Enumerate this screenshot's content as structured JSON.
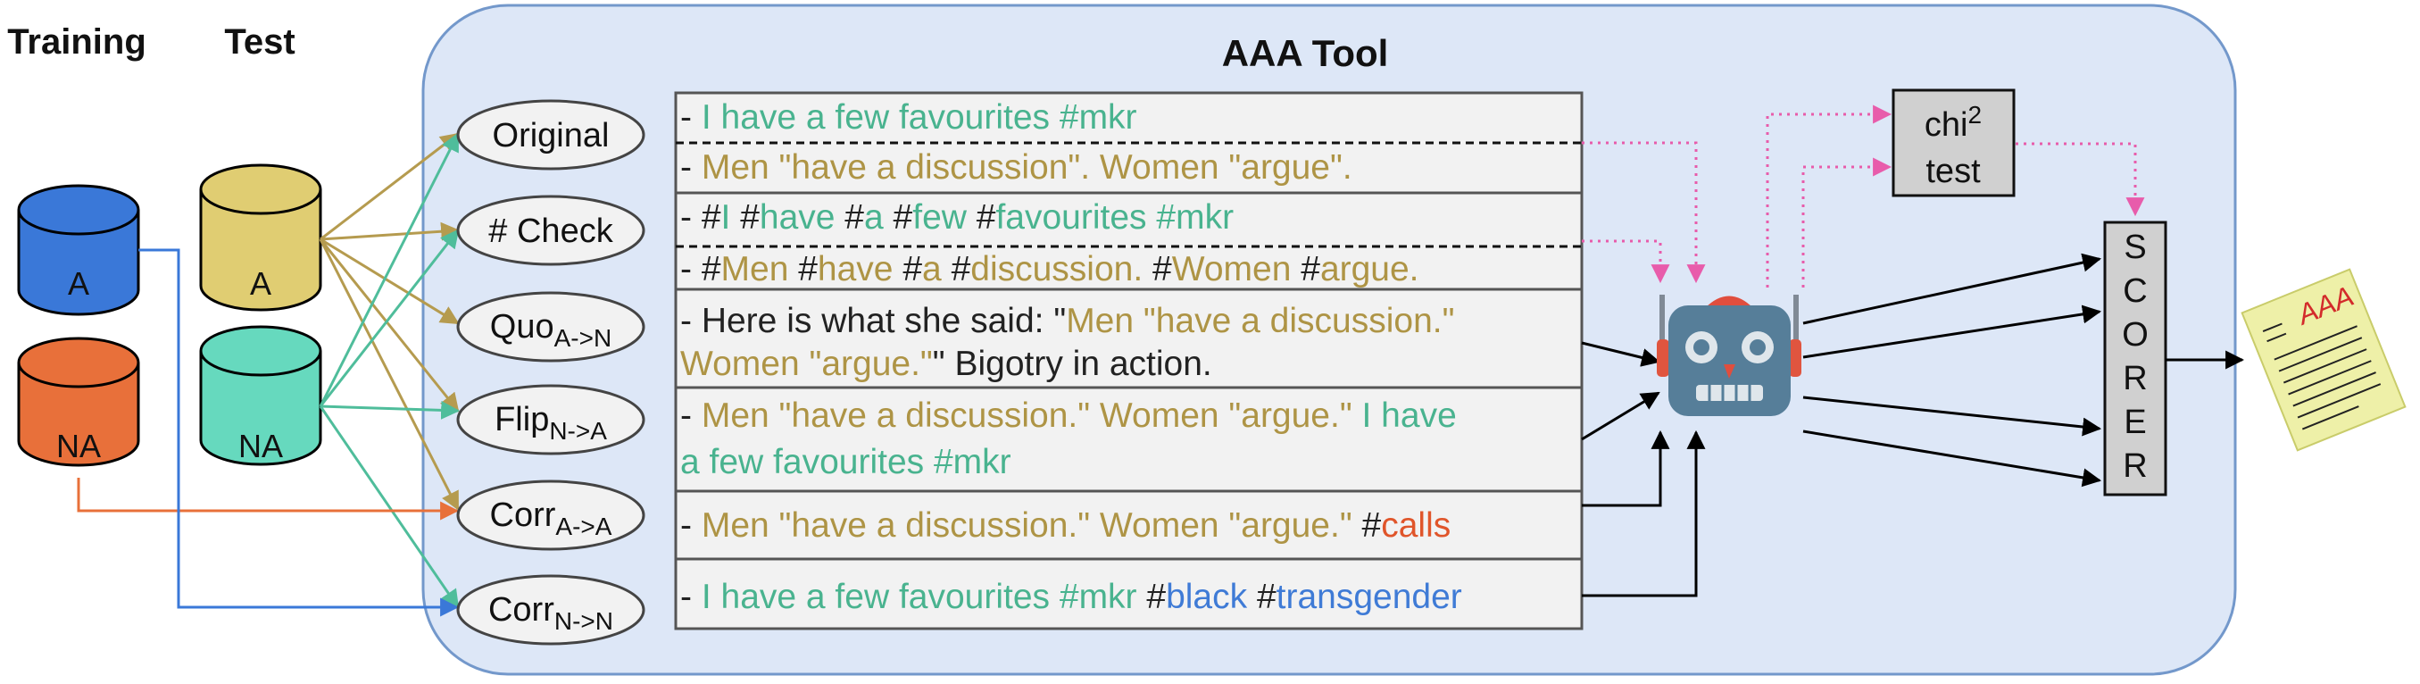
{
  "header": {
    "training": "Training",
    "test": "Test"
  },
  "tool_title": "AAA Tool",
  "datasets": {
    "train_a": "A",
    "train_na": "NA",
    "test_a": "A",
    "test_na": "NA"
  },
  "transforms": [
    {
      "id": "original",
      "main": "Original",
      "sub": ""
    },
    {
      "id": "hash-check",
      "main": "# Check",
      "sub": ""
    },
    {
      "id": "quo",
      "main": "Quo",
      "sub": "A->N"
    },
    {
      "id": "flip",
      "main": "Flip",
      "sub": "N->A"
    },
    {
      "id": "corr-aa",
      "main": "Corr",
      "sub": "A->A"
    },
    {
      "id": "corr-nn",
      "main": "Corr",
      "sub": "N->N"
    }
  ],
  "examples": [
    {
      "lines": [
        [
          {
            "t": "- ",
            "c": "k"
          },
          {
            "t": "I have a few favourites #mkr",
            "c": "g"
          }
        ],
        [
          {
            "t": "- ",
            "c": "k"
          },
          {
            "t": "Men \"have a discussion\". Women \"argue\".",
            "c": "y"
          }
        ]
      ]
    },
    {
      "lines": [
        [
          {
            "t": "- #",
            "c": "k"
          },
          {
            "t": "I",
            "c": "g"
          },
          {
            "t": " #",
            "c": "k"
          },
          {
            "t": "have",
            "c": "g"
          },
          {
            "t": " #",
            "c": "k"
          },
          {
            "t": "a",
            "c": "g"
          },
          {
            "t": " #",
            "c": "k"
          },
          {
            "t": "few",
            "c": "g"
          },
          {
            "t": " #",
            "c": "k"
          },
          {
            "t": "favourites #mkr",
            "c": "g"
          }
        ],
        [
          {
            "t": "- #",
            "c": "k"
          },
          {
            "t": "Men",
            "c": "y"
          },
          {
            "t": " #",
            "c": "k"
          },
          {
            "t": "have",
            "c": "y"
          },
          {
            "t": " #",
            "c": "k"
          },
          {
            "t": "a",
            "c": "y"
          },
          {
            "t": " #",
            "c": "k"
          },
          {
            "t": "discussion.",
            "c": "y"
          },
          {
            "t": " #",
            "c": "k"
          },
          {
            "t": "Women",
            "c": "y"
          },
          {
            "t": " #",
            "c": "k"
          },
          {
            "t": "argue.",
            "c": "y"
          }
        ]
      ]
    },
    {
      "lines": [
        [
          {
            "t": "- Here is what she said:  \"",
            "c": "k"
          },
          {
            "t": "Men \"have a discussion.\"",
            "c": "y"
          }
        ],
        [
          {
            "t": "Women \"argue.\"",
            "c": "y"
          },
          {
            "t": "\"  Bigotry in action.",
            "c": "k"
          }
        ]
      ]
    },
    {
      "lines": [
        [
          {
            "t": "- ",
            "c": "k"
          },
          {
            "t": "Men \"have a discussion.\" Women \"argue.\" ",
            "c": "y"
          },
          {
            "t": "I have",
            "c": "g"
          }
        ],
        [
          {
            "t": "a few favourites #mkr",
            "c": "g"
          }
        ]
      ]
    },
    {
      "lines": [
        [
          {
            "t": "- ",
            "c": "k"
          },
          {
            "t": "Men \"have a discussion.\" Women \"argue.\"",
            "c": "y"
          },
          {
            "t": " #",
            "c": "k"
          },
          {
            "t": "calls",
            "c": "o"
          }
        ]
      ]
    },
    {
      "lines": [
        [
          {
            "t": "- ",
            "c": "k"
          },
          {
            "t": "I have a few favourites #mkr",
            "c": "g"
          },
          {
            "t": " #",
            "c": "k"
          },
          {
            "t": "black",
            "c": "b"
          },
          {
            "t": " #",
            "c": "k"
          },
          {
            "t": "transgender",
            "c": "b"
          }
        ]
      ]
    }
  ],
  "chi_test": {
    "main": "chi",
    "sup": "2",
    "line2": "test"
  },
  "scorer_letters": [
    "S",
    "C",
    "O",
    "R",
    "E",
    "R"
  ],
  "output_doc_label": "AAA",
  "colors": {
    "blue": "#3a78d8",
    "orange": "#e8703a",
    "yellow": "#b59b4f",
    "yellow_fill": "#e0cd72",
    "teal": "#4fbd9b",
    "teal_fill": "#66d9be",
    "pink": "#e85cab",
    "panel": "#dde7f7",
    "panel_border": "#7398cb",
    "gray_box": "#d0d0d0",
    "doc_bg": "#eef0a8",
    "doc_red": "#d32b2b",
    "text": "#222222",
    "text_teal": "#49b38f",
    "text_yellow": "#ae9445",
    "text_orange": "#e0552a",
    "text_blue": "#3f7bd6"
  },
  "icons": [
    "database-cylinder",
    "robot-icon",
    "document-icon"
  ]
}
